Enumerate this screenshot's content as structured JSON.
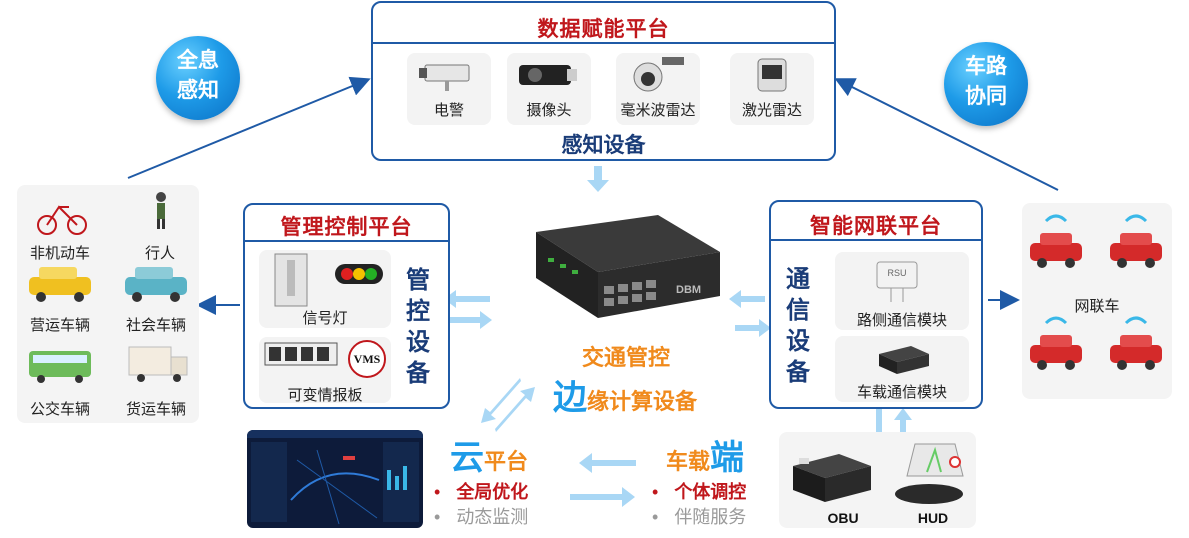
{
  "top_panel": {
    "title": "数据赋能平台",
    "subtitle": "感知设备",
    "devices": [
      "电警",
      "摄像头",
      "毫米波雷达",
      "激光雷达"
    ]
  },
  "badges": {
    "left": [
      "全息",
      "感知"
    ],
    "right": [
      "车路",
      "协同"
    ]
  },
  "left_panel": {
    "items": [
      "非机动车",
      "行人",
      "营运车辆",
      "社会车辆",
      "公交车辆",
      "货运车辆"
    ]
  },
  "mgmt_panel": {
    "title": "管理控制平台",
    "side_label": [
      "管",
      "控",
      "设",
      "备"
    ],
    "cards": [
      "信号灯",
      "可变情报板"
    ],
    "vms_text": "VMS"
  },
  "iov_panel": {
    "title": "智能网联平台",
    "side_label": [
      "通",
      "信",
      "设",
      "备"
    ],
    "cards": [
      "路侧通信模块",
      "车载通信模块"
    ],
    "rsu_text": "RSU"
  },
  "right_panel": {
    "label": "网联车"
  },
  "center": {
    "line1": "交通管控",
    "line2_big": "边",
    "line2_rest": "缘计算设备",
    "device_brand": "DBM"
  },
  "cloud": {
    "big": "云",
    "rest": "平台",
    "bullet1": "全局优化",
    "bullet2": "动态监测"
  },
  "vehicle_end": {
    "prefix": "车载",
    "big": "端",
    "bullet1": "个体调控",
    "bullet2": "伴随服务"
  },
  "obu_hud": {
    "labels": [
      "OBU",
      "HUD"
    ]
  },
  "colors": {
    "frame_blue": "#1f5aa6",
    "title_red": "#c0171c",
    "arrow_light_blue": "#a9d7f5",
    "accent_orange": "#f08a1c",
    "accent_blue": "#1e9be8"
  }
}
